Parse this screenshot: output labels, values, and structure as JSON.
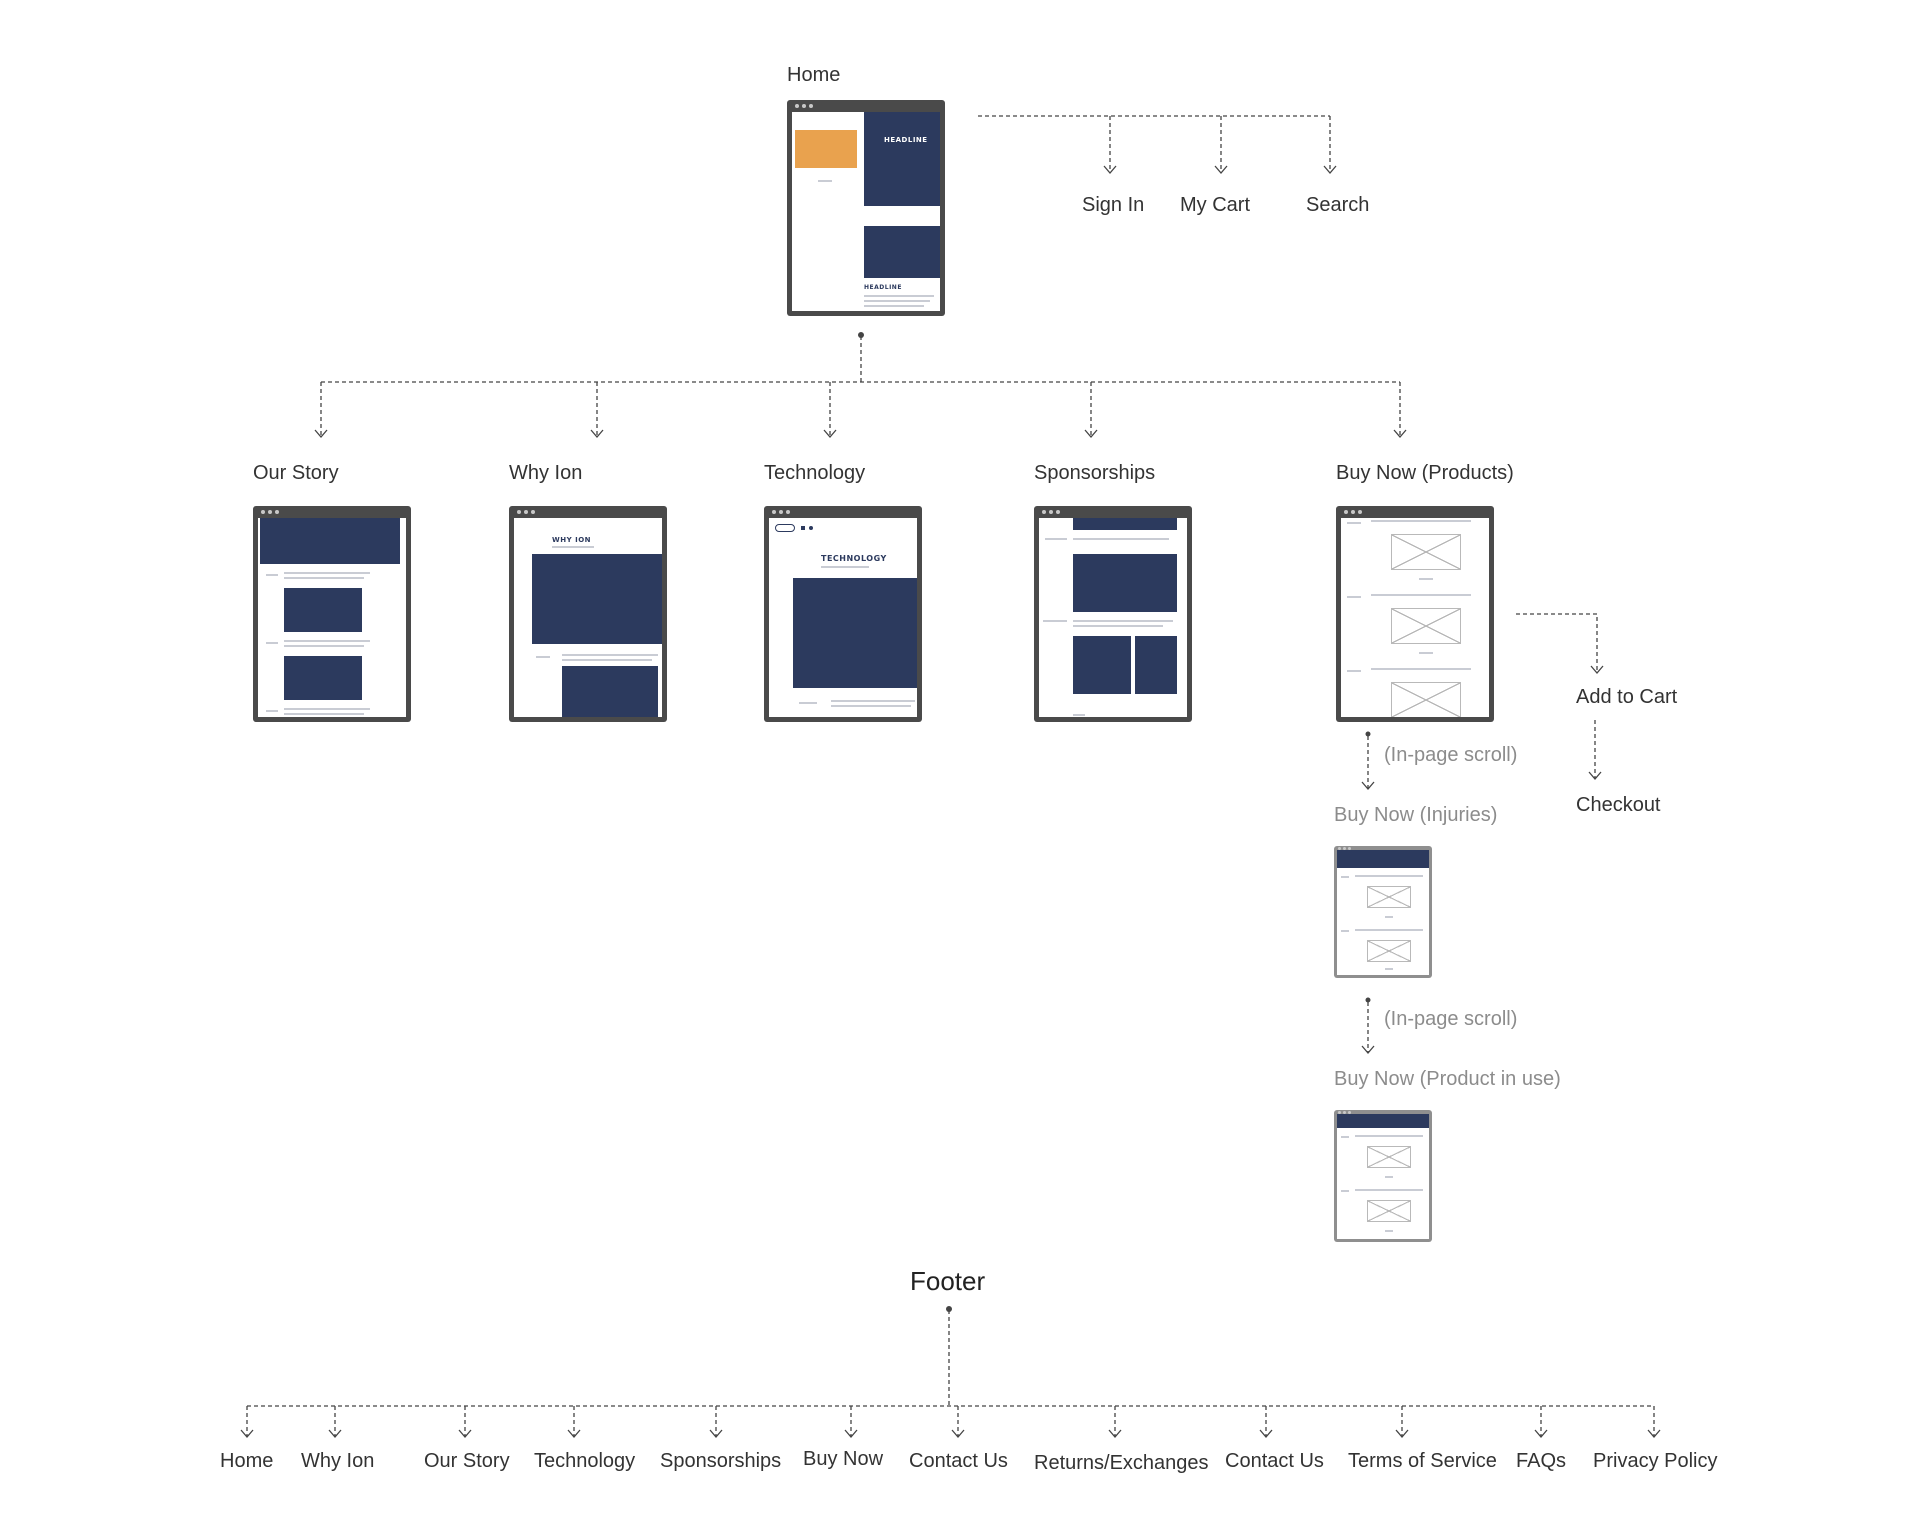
{
  "home": {
    "label": "Home"
  },
  "utility_nav": [
    "Sign In",
    "My Cart",
    "Search"
  ],
  "main_nav": [
    "Our Story",
    "Why Ion",
    "Technology",
    "Sponsorships",
    "Buy Now (Products)"
  ],
  "buy_flow": {
    "add_to_cart": "Add to Cart",
    "checkout": "Checkout",
    "scroll_note_1": "(In-page scroll)",
    "injuries": "Buy Now (Injuries)",
    "scroll_note_2": "(In-page scroll)",
    "product_in_use": "Buy Now (Product in use)"
  },
  "footer": {
    "title": "Footer",
    "links": [
      "Home",
      "Why Ion",
      "Our Story",
      "Technology",
      "Sponsorships",
      "Buy Now",
      "Contact Us",
      "Returns/Exchanges",
      "Contact Us",
      "Terms of Service",
      "FAQs",
      "Privacy Policy"
    ]
  },
  "wireframe_text": {
    "home_headline_1": "HEADLINE",
    "home_headline_2": "HEADLINE",
    "why_ion_title": "WHY ION",
    "technology_title": "TECHNOLOGY"
  },
  "colors": {
    "wireframe_block": "#2c3a5e",
    "wireframe_frame": "#4a4a4a",
    "accent_orange": "#e9a24e",
    "connector": "#444444"
  }
}
